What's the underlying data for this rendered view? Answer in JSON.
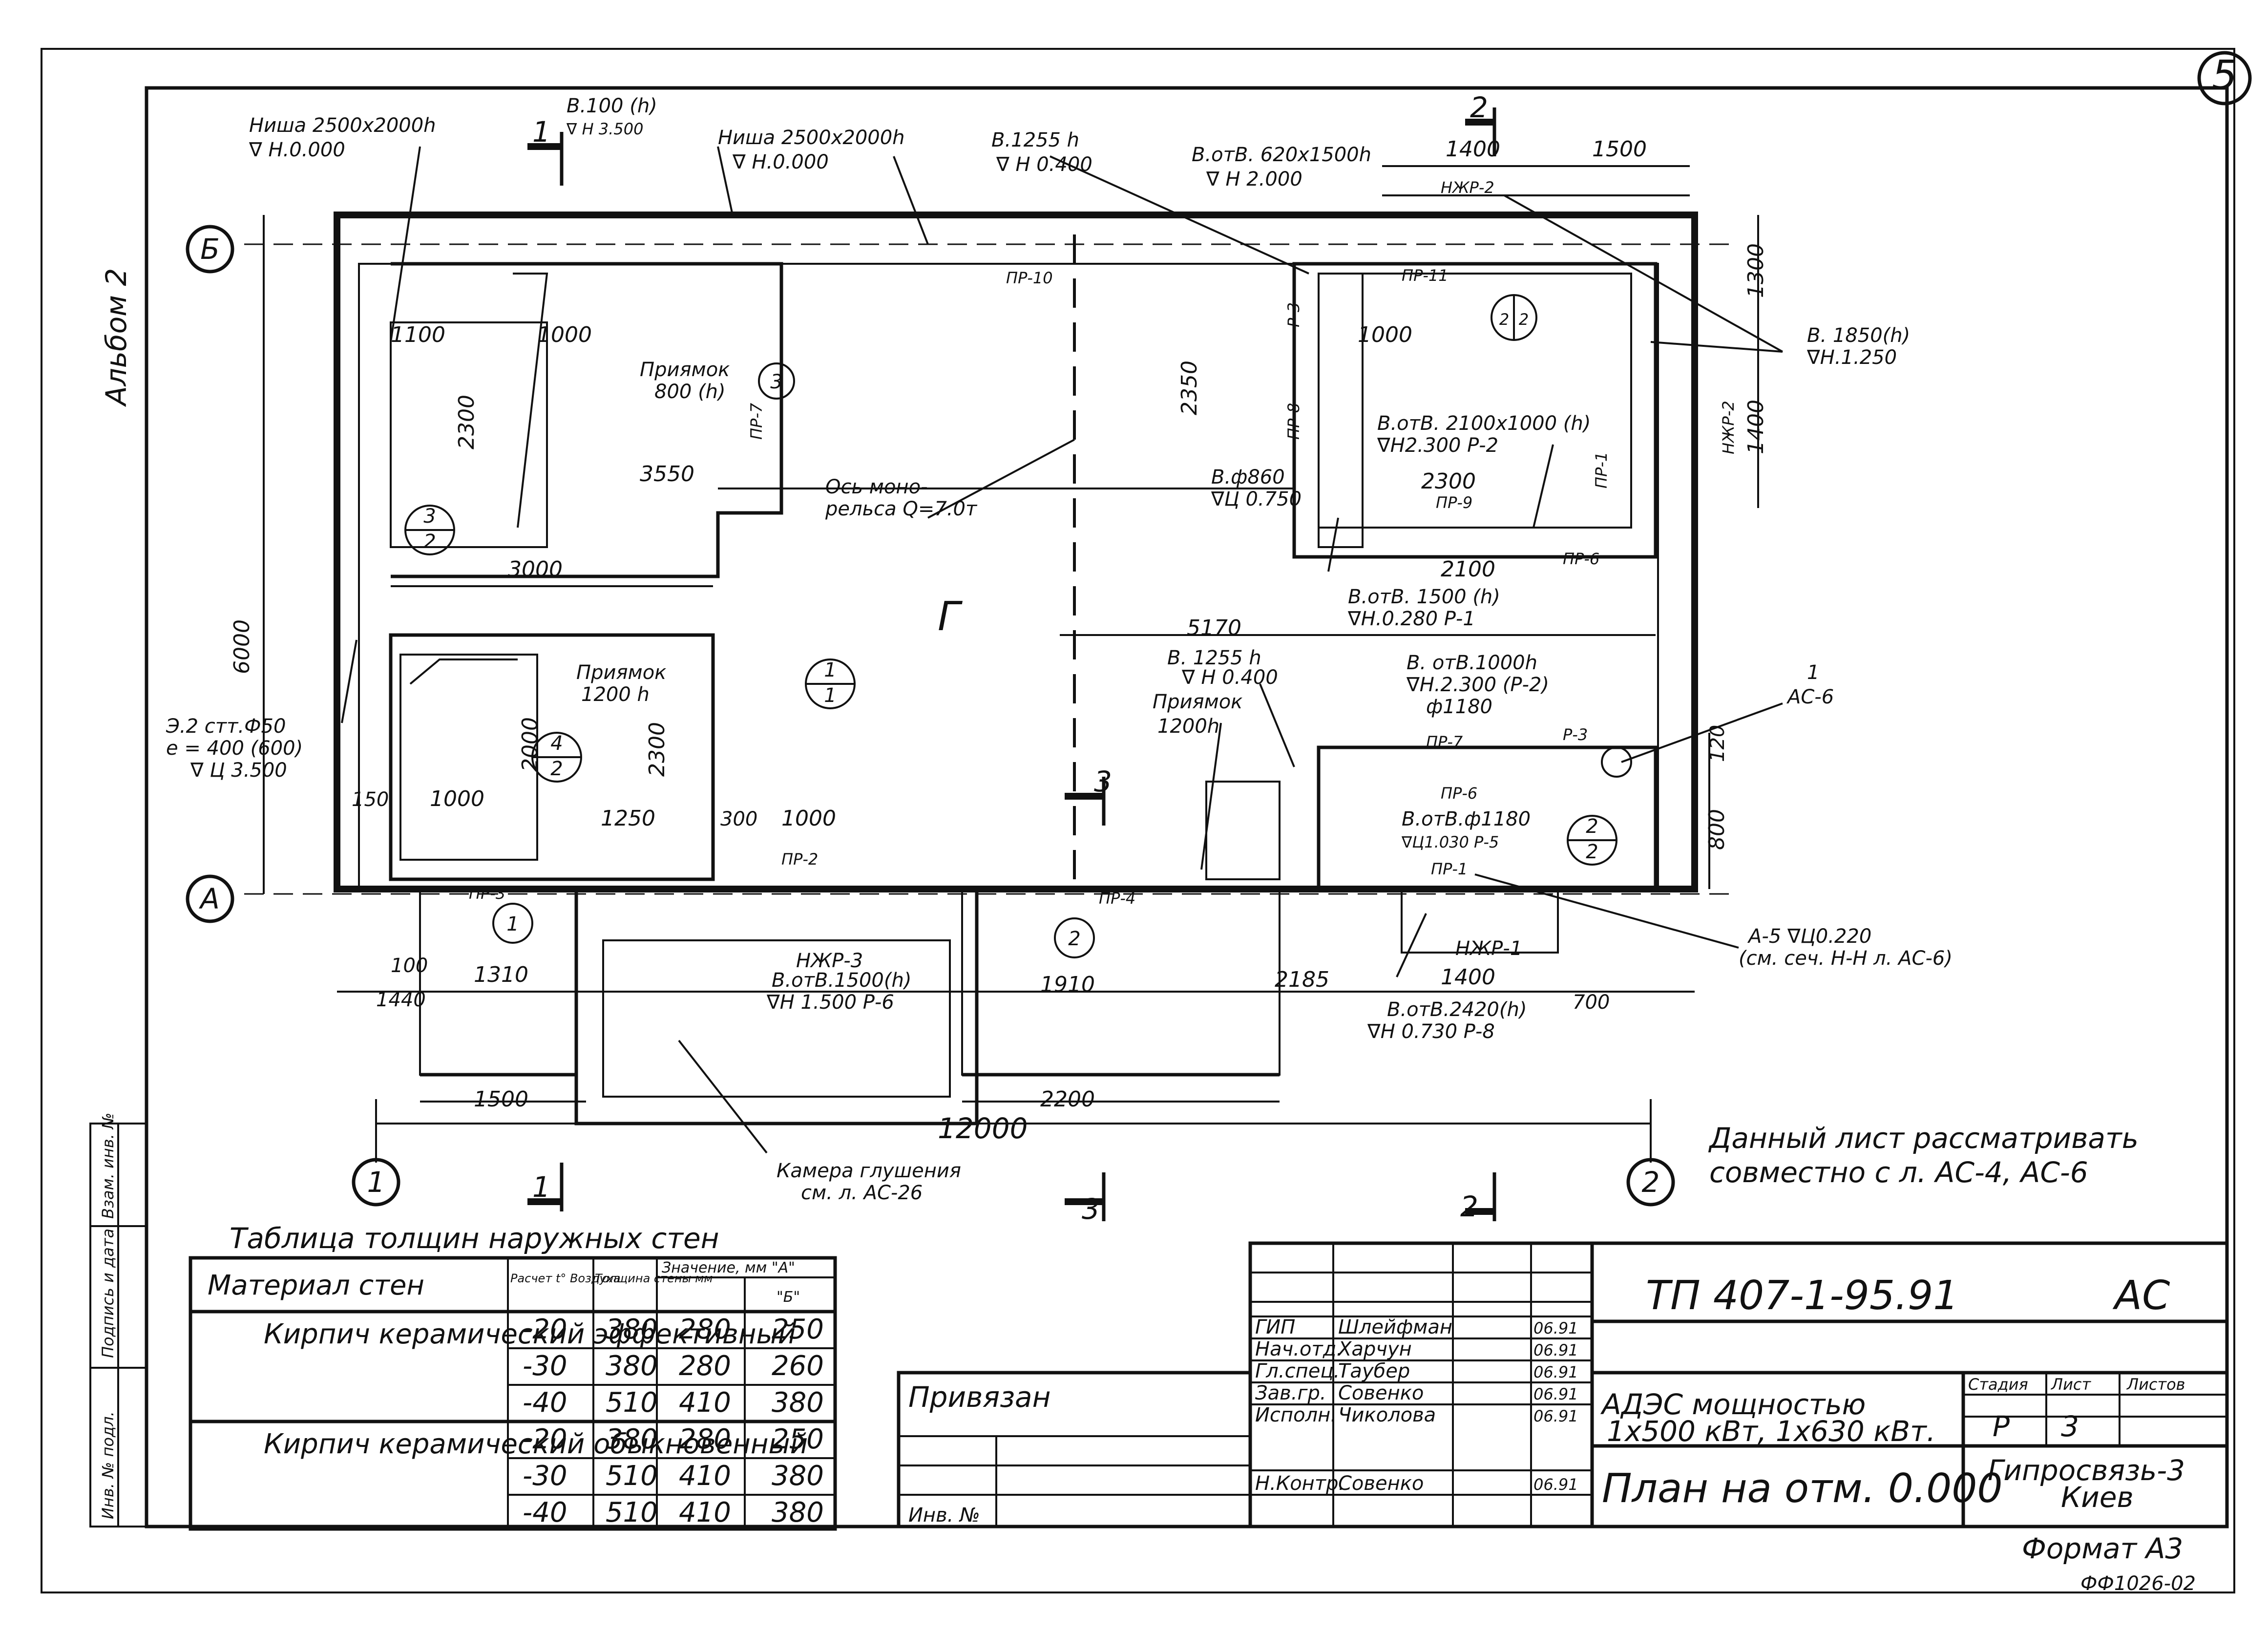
{
  "corner": {
    "sheet_mark": "5",
    "album": "Альбом 2",
    "footer_code": "ФФ1026-02",
    "format": "Формат А3"
  },
  "side_stamp": {
    "inv_orig": "Инв. № подл.",
    "sign_date": "Подпись и дата",
    "inv_replace": "Взам. инв. №"
  },
  "axes": {
    "row_B": "Б",
    "row_A": "А",
    "col_1": "1",
    "col_2": "2"
  },
  "labels": {
    "niche_left": "Ниша 2500х2000h",
    "niche_left_lvl": "∇ Н.0.000",
    "opening_top": "В.100 (h)",
    "opening_top_lvl": "∇ Н 3.500",
    "niche_mid": "Ниша 2500х2000h",
    "niche_mid_lvl": "∇ Н.0.000",
    "b1255_top": "В.1255 h",
    "b1255_top_lvl": "∇ Н 0.400",
    "otv_top": "В.отВ. 620х1500h",
    "otv_top_lvl": "∇ Н 2.000",
    "pit_800": "Приямок",
    "pit_800_h": "800 (h)",
    "monorail": "Ось моно-",
    "monorail2": "рельса Q=7.0т",
    "otv2100": "В.отВ. 2100х1000 (h)",
    "otv2100_lvl": "∇Н2.300 Р-2",
    "b860": "В.ф860",
    "b860_lvl": "∇Ц 0.750",
    "b1850": "В. 1850(h)",
    "b1850_lvl": "∇Н.1.250",
    "otv1500": "В.отВ. 1500 (h)",
    "otv1500_lvl": "∇Н.0.280 Р-1",
    "pit_1200": "Приямок",
    "pit_1200_h": "1200 h",
    "pit_1200b": "Приямок",
    "pit_1200b_h": "1200h",
    "b1255_mid": "В. 1255 h",
    "b1255_mid_lvl": "∇ Н 0.400",
    "otv1000": "В. отВ.1000h",
    "otv1000_lvl": "∇Н.2.300 (Р-2)",
    "otv1000_d": "ф1180",
    "otv_f1180": "В.отВ.ф1180",
    "otv_f1180_lvl": "∇Ц1.030 Р-5",
    "pipes": "Э.2 стт.Ф50",
    "pipes_e": "е = 400 (600)",
    "pipes_lvl": "∇ Ц 3.500",
    "njr3": "НЖР-3",
    "otv_1500_b": "В.отВ.1500(h)",
    "otv_1500_b_lvl": "∇Н 1.500 Р-6",
    "njr1": "НЖР-1",
    "otv2420": "В.отВ.2420(h)",
    "otv2420_lvl": "∇Н 0.730 Р-8",
    "a5": "А-5 ∇Ц0.220",
    "a5_ref": "(см. сеч. Н-Н л. АС-6)",
    "ac6_num": "1",
    "ac6": "АС-6",
    "chamber": "Камера глушения",
    "chamber_ref": "см. л. АС-26",
    "note1": "Данный лист рассматривать",
    "note2": "совместно с л. АС-4, АС-6",
    "room_g": "Г",
    "njr2": "НЖР-2",
    "njr2b": "НЖР-2"
  },
  "dims": {
    "d1400": "1400",
    "d1500": "1500",
    "d1300": "1300",
    "d1400v": "1400",
    "d6000": "6000",
    "d12000": "12000",
    "d3550": "3550",
    "d3000": "3000",
    "d5170": "5170",
    "d1100": "1100",
    "d1000a": "1000",
    "d2300a": "2300",
    "d2300b": "2300",
    "d2000": "2000",
    "d1000b": "1000",
    "d150": "150",
    "d1250": "1250",
    "d300": "300",
    "d1000c": "1000",
    "d1310": "1310",
    "d1910": "1910",
    "d2185": "2185",
    "d1500b": "1500",
    "d2200": "2200",
    "d1440": "1440",
    "d700": "700",
    "d2350": "2350",
    "d2300c": "2300",
    "d2100": "2100",
    "d1400c": "1400",
    "d1000d": "1000",
    "d100": "100",
    "d800": "800",
    "d120": "120"
  },
  "pr_marks": [
    "ПР-10",
    "ПР-7",
    "ПР-2",
    "ПР-3",
    "ПР-4",
    "ПР-8",
    "ПР-9",
    "ПР-6",
    "ПР-11",
    "ПР-1",
    "ПР-7",
    "ПР-6",
    "ПР-1",
    "Р-3",
    "Р-3"
  ],
  "sections": {
    "s1": "1",
    "s2": "2",
    "s3": "3"
  },
  "circles": {
    "c1": "1",
    "c1b": "1",
    "c2": "2",
    "c2b": "2",
    "c3": "3",
    "c32": "3",
    "c32b": "2",
    "c42": "4",
    "c42b": "2",
    "c22": "2",
    "c22b": "2",
    "c11": "1",
    "c11b": "1",
    "c2r": "2",
    "c2rb": "2"
  },
  "wall_table": {
    "title": "Таблица толщин наружных стен",
    "headers": [
      "Материал стен",
      "Расчет t° Воздуха",
      "Толщина стены мм",
      "Значение, мм \"А\"",
      "\"Б\""
    ],
    "groups": [
      {
        "material": "Кирпич керамический эффективный",
        "rows": [
          [
            "-20",
            "380",
            "280",
            "250"
          ],
          [
            "-30",
            "380",
            "280",
            "260"
          ],
          [
            "-40",
            "510",
            "410",
            "380"
          ]
        ]
      },
      {
        "material": "Кирпич керамический обыкновенный",
        "rows": [
          [
            "-20",
            "380",
            "280",
            "250"
          ],
          [
            "-30",
            "510",
            "410",
            "380"
          ],
          [
            "-40",
            "510",
            "410",
            "380"
          ]
        ]
      }
    ]
  },
  "title_block": {
    "doc_no": "ТП 407-1-95.91",
    "mark": "АС",
    "project": "АДЭС мощностью",
    "project2": "1х500 кВт, 1х630 кВт.",
    "sheet_name": "План на отм. 0.000",
    "org": "Гипросвязь-3",
    "org2": "Киев",
    "stage_h": "Стадия",
    "sheet_h": "Лист",
    "sheets_h": "Листов",
    "stage": "Р",
    "sheet": "3",
    "linked": "Привязан",
    "inv_no": "Инв. №",
    "people": [
      {
        "role": "ГИП",
        "name": "Шлейфман",
        "date": "06.91"
      },
      {
        "role": "Нач.отд.",
        "name": "Харчун",
        "date": "06.91"
      },
      {
        "role": "Гл.спец.",
        "name": "Таубер",
        "date": "06.91"
      },
      {
        "role": "Зав.гр.",
        "name": "Совенко",
        "date": "06.91"
      },
      {
        "role": "Исполн.",
        "name": "Чиколова",
        "date": "06.91"
      },
      {
        "role": "Н.Контр.",
        "name": "Совенко",
        "date": "06.91"
      }
    ]
  }
}
